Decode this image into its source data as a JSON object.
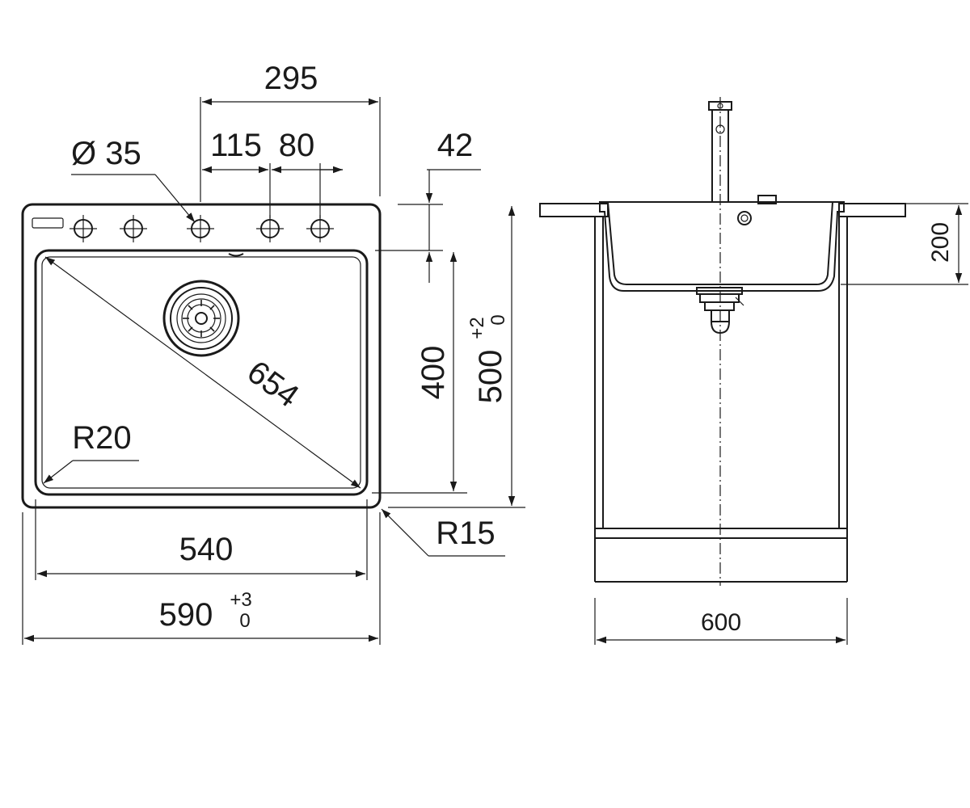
{
  "top_view": {
    "dim_overall_hole_span": "295",
    "dim_hole_spacing_a": "115",
    "dim_hole_spacing_b": "80",
    "dim_hole_diameter": "Ø 35",
    "dim_rim_offset": "42",
    "dim_bowl_depth_inner": "400",
    "dim_outer_depth": "500",
    "dim_outer_depth_tol_upper": "+2",
    "dim_outer_depth_tol_lower": "0",
    "dim_diagonal": "654",
    "dim_inner_radius": "R20",
    "dim_outer_radius": "R15",
    "dim_inner_width": "540",
    "dim_outer_width": "590",
    "dim_outer_width_tol_upper": "+3",
    "dim_outer_width_tol_lower": "0"
  },
  "side_view": {
    "dim_depth": "200",
    "dim_cabinet_width": "600"
  }
}
